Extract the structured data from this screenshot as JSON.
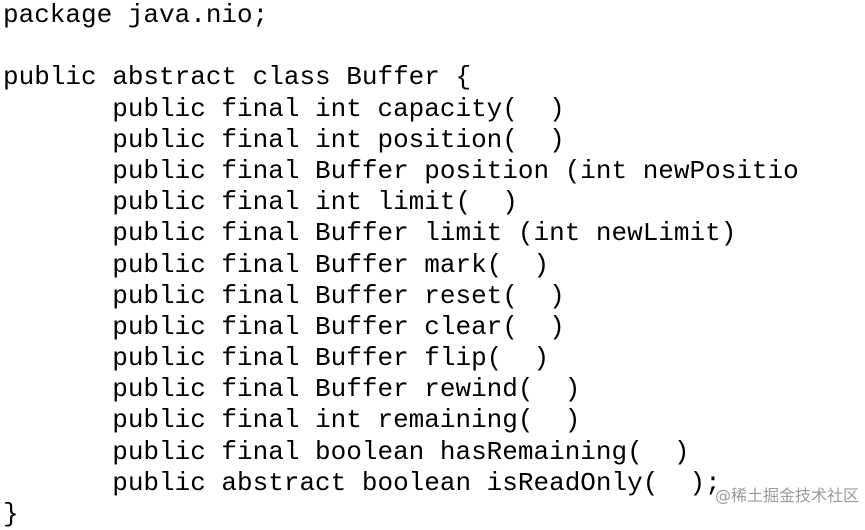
{
  "code": {
    "lines": [
      "package java.nio;",
      "",
      "public abstract class Buffer {",
      "       public final int capacity(  )",
      "       public final int position(  )",
      "       public final Buffer position (int newPositio",
      "       public final int limit(  )",
      "       public final Buffer limit (int newLimit)",
      "       public final Buffer mark(  )",
      "       public final Buffer reset(  )",
      "       public final Buffer clear(  )",
      "       public final Buffer flip(  )",
      "       public final Buffer rewind(  )",
      "       public final int remaining(  )",
      "       public final boolean hasRemaining(  )",
      "       public abstract boolean isReadOnly(  );",
      "}"
    ]
  },
  "watermark": {
    "text": "@稀土掘金技术社区"
  }
}
